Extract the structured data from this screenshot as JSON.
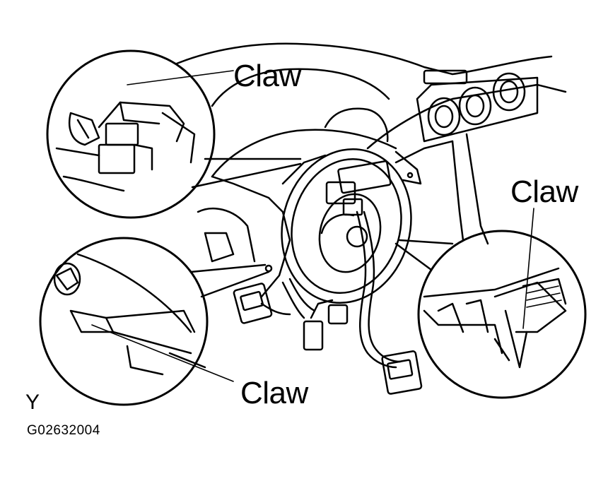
{
  "callouts": {
    "claw_top": "Claw",
    "claw_right": "Claw",
    "claw_bottom": "Claw"
  },
  "view_letter": "Y",
  "figure_code": "G02632004",
  "colors": {
    "ink": "#000000",
    "paper": "#ffffff"
  }
}
